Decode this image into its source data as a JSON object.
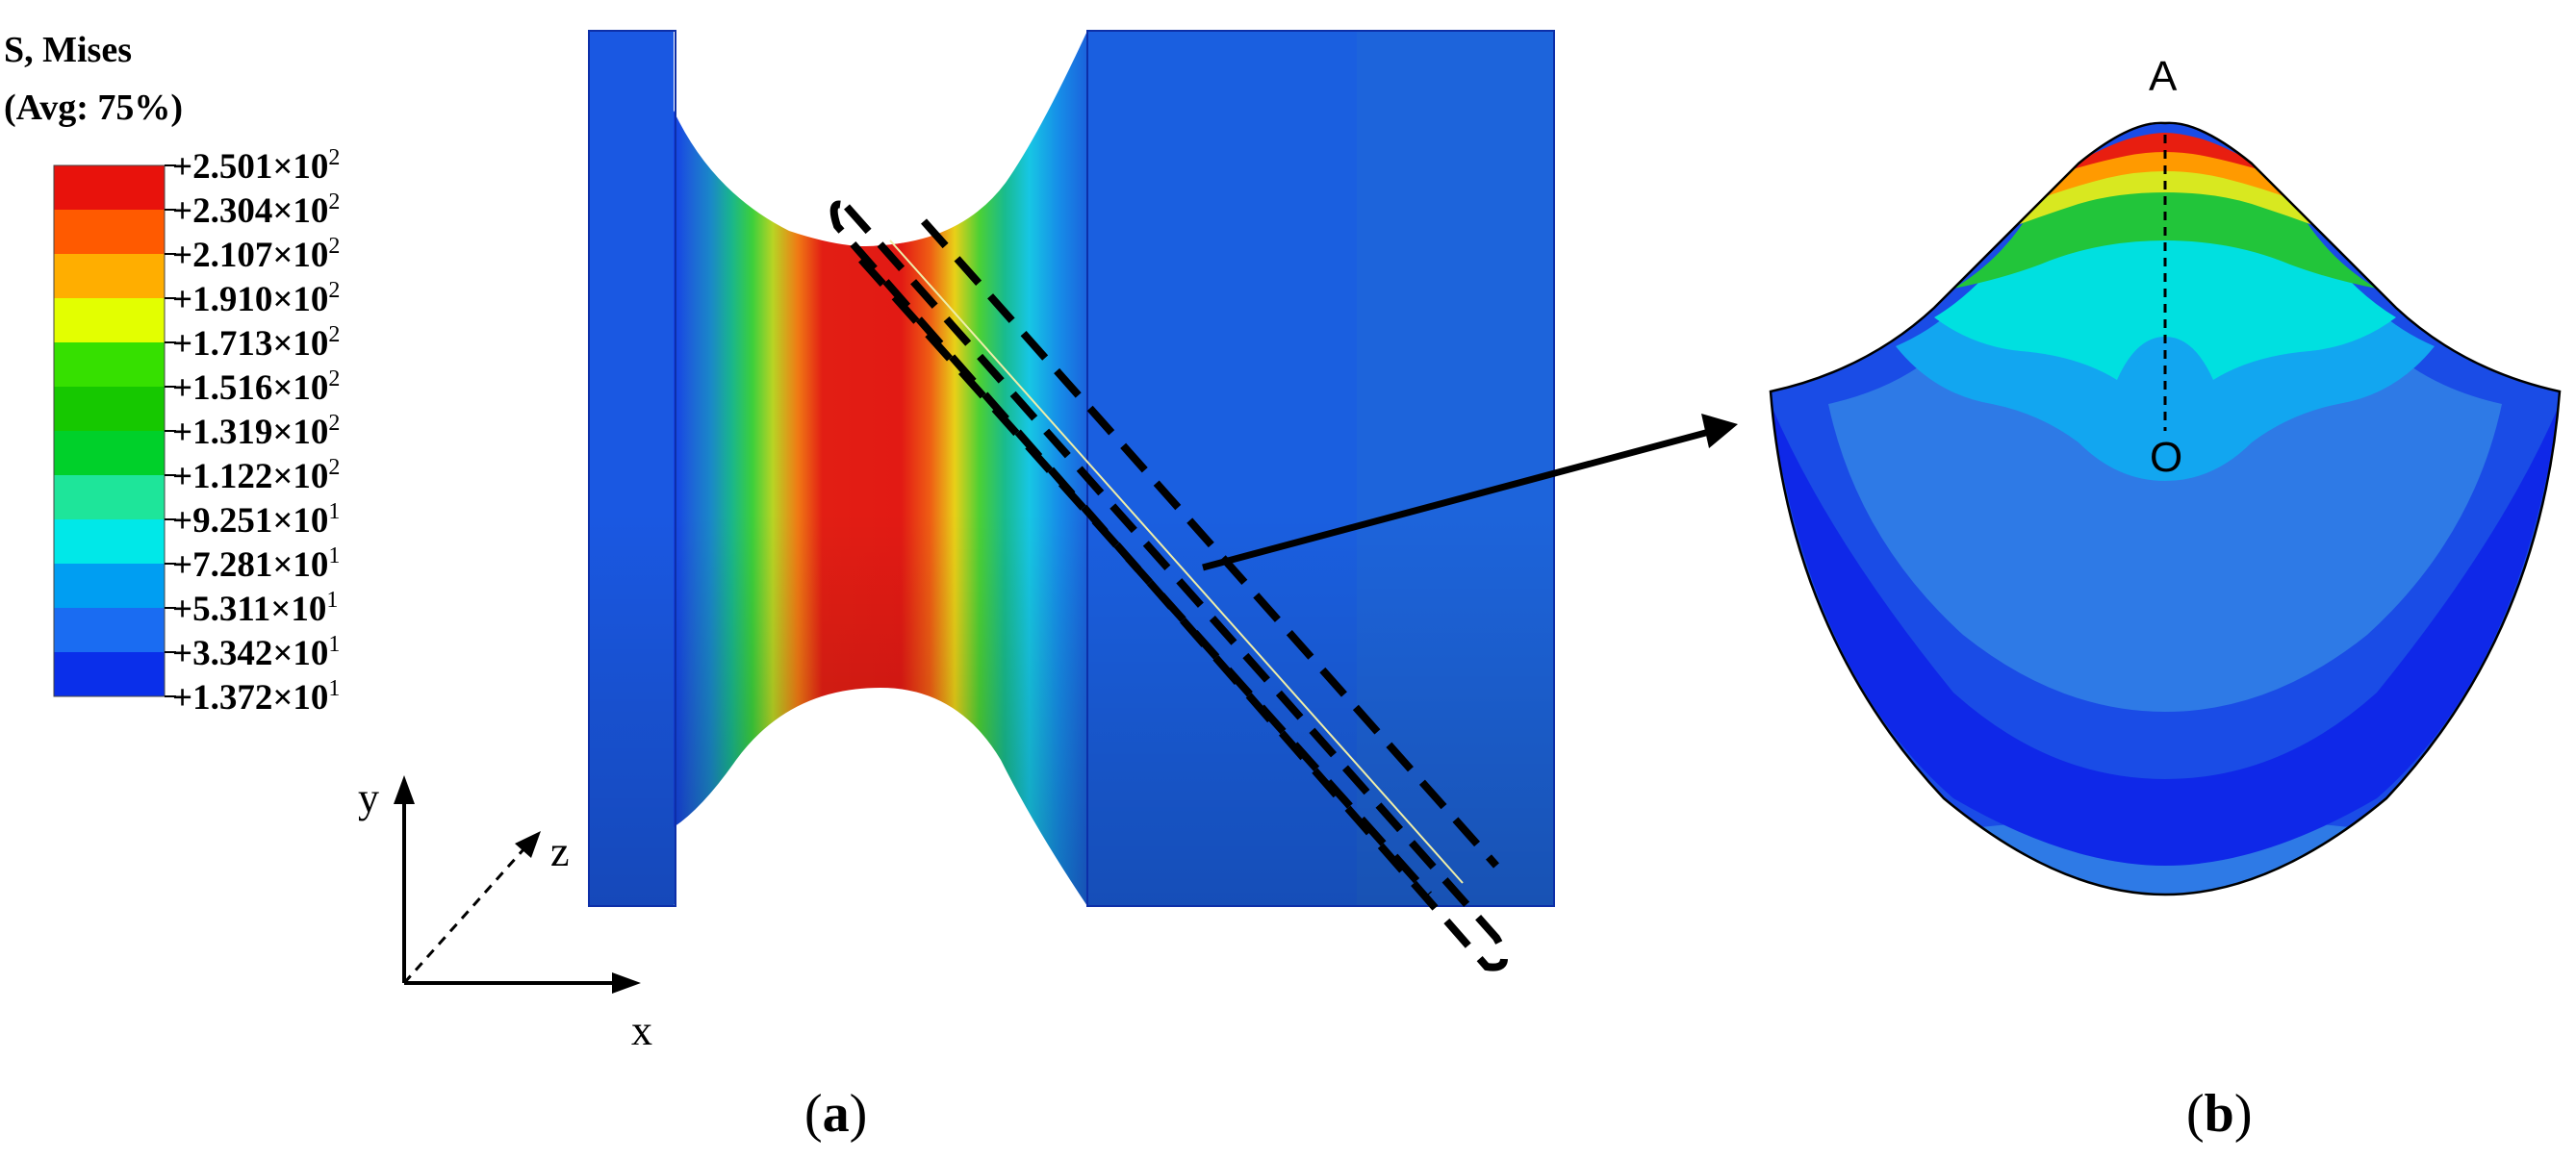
{
  "legend": {
    "title_line1": "S, Mises",
    "title_line2": "(Avg: 75%)",
    "entries": [
      {
        "mantissa": "+2.501",
        "exp": "2"
      },
      {
        "mantissa": "+2.304",
        "exp": "2"
      },
      {
        "mantissa": "+2.107",
        "exp": "2"
      },
      {
        "mantissa": "+1.910",
        "exp": "2"
      },
      {
        "mantissa": "+1.713",
        "exp": "2"
      },
      {
        "mantissa": "+1.516",
        "exp": "2"
      },
      {
        "mantissa": "+1.319",
        "exp": "2"
      },
      {
        "mantissa": "+1.122",
        "exp": "2"
      },
      {
        "mantissa": "+9.251",
        "exp": "1"
      },
      {
        "mantissa": "+7.281",
        "exp": "1"
      },
      {
        "mantissa": "+5.311",
        "exp": "1"
      },
      {
        "mantissa": "+3.342",
        "exp": "1"
      },
      {
        "mantissa": "+1.372",
        "exp": "1"
      }
    ],
    "times": "×10",
    "band_colors": [
      "#e8120c",
      "#ff5a00",
      "#ffae00",
      "#e3ff00",
      "#36e000",
      "#16c800",
      "#00d02a",
      "#1ee59a",
      "#00e8e8",
      "#009ef2",
      "#1a6cf2",
      "#0a2fea"
    ]
  },
  "axes": {
    "x": "x",
    "y": "y",
    "z": "z"
  },
  "points": {
    "a": "A",
    "o": "O"
  },
  "panels": {
    "a": "a",
    "b": "b",
    "open": "(",
    "close": ")"
  }
}
